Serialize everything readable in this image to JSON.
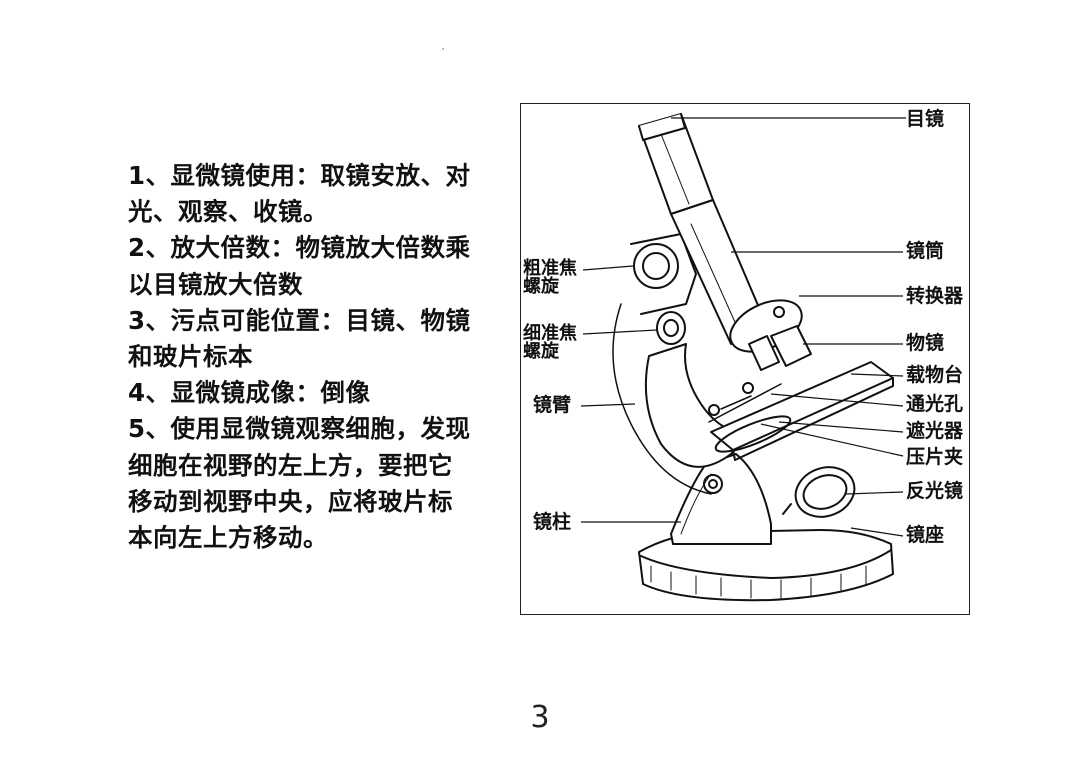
{
  "notes": [
    "1、显微镜使用：取镜安放、对\n光、观察、收镜。",
    "2、放大倍数：物镜放大倍数乘\n以目镜放大倍数",
    "3、污点可能位置：目镜、物镜\n和玻片标本",
    "4、显微镜成像：倒像",
    "5、使用显微镜观察细胞，发现\n细胞在视野的左上方，要把它\n移动到视野中央，应将玻片标\n本向左上方移动。"
  ],
  "diagram_labels": {
    "eyepiece": "目镜",
    "tube": "镜筒",
    "converter": "转换器",
    "objective": "物镜",
    "stage": "载物台",
    "aperture": "通光孔",
    "diaphragm": "遮光器",
    "clips": "压片夹",
    "mirror": "反光镜",
    "base": "镜座",
    "coarse": "粗准焦\n螺旋",
    "fine": "细准焦\n螺旋",
    "arm": "镜臂",
    "pillar": "镜柱"
  },
  "page_number": "3"
}
